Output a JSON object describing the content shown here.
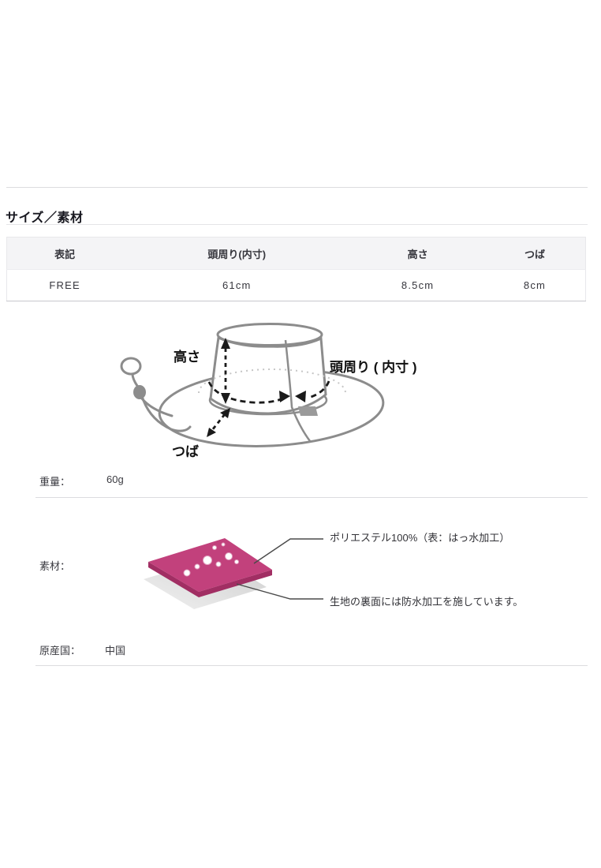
{
  "section": {
    "title": "サイズ／素材"
  },
  "size_table": {
    "headers": [
      "表記",
      "頭周り(内寸)",
      "高さ",
      "つば"
    ],
    "rows": [
      [
        "FREE",
        "61cm",
        "8.5cm",
        "8cm"
      ]
    ]
  },
  "hat_diagram": {
    "labels": {
      "height": "高さ",
      "circumference": "頭周り ( 内寸 )",
      "brim": "つば"
    }
  },
  "specs": {
    "weight_label": "重量：",
    "weight_value": "60g",
    "material_label": "素材：",
    "material_note_top": "ポリエステル100%（表：はっ水加工）",
    "material_note_bottom": "生地の裏面には防水加工を施しています。",
    "origin_label": "原産国：",
    "origin_value": "中国"
  },
  "colors": {
    "fabric_pink": "#c2417c",
    "fabric_edge": "#a12e63",
    "fabric_under": "#d8d8d8",
    "hat_outline_gray": "#8c8c8c",
    "measure_arrow_black": "#1a1a1a",
    "table_header_bg": "#f4f4f6"
  }
}
